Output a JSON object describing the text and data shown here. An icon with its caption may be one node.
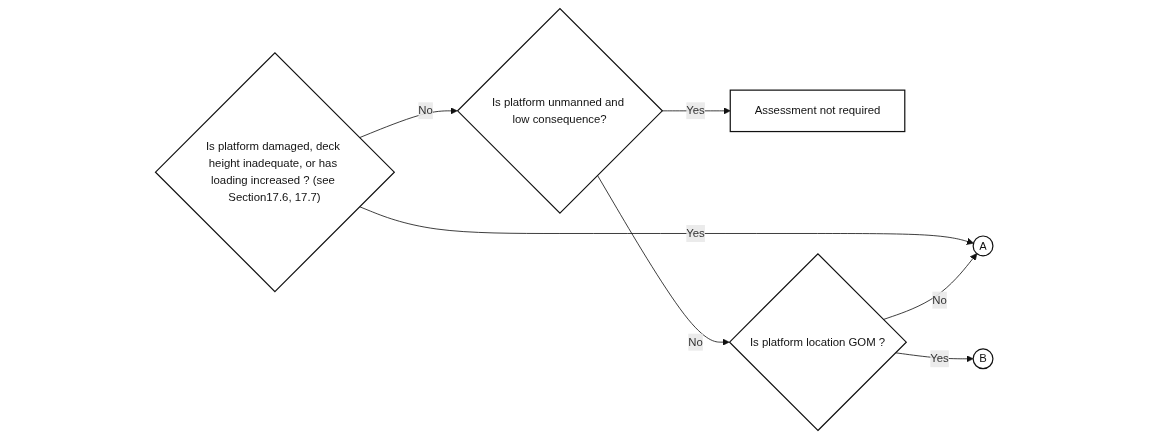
{
  "diagram": {
    "nodes": [
      {
        "text": [
          "Is platform damaged, deck height inadequate, or has loading increased ? (see Section17.6, 17.7)"
        ]
      },
      {
        "text": [
          "Is platform unmanned and low consequence?"
        ]
      },
      {
        "text": [
          "Assessment not required"
        ]
      },
      {
        "text": [
          "Is platform location GOM ?"
        ]
      },
      {
        "text": [
          "A"
        ]
      },
      {
        "text": [
          "B"
        ]
      }
    ],
    "edges": [
      {
        "from": 0,
        "to": 1,
        "arrow": "to",
        "label": "No"
      },
      {
        "from": 1,
        "to": 2,
        "arrow": "to",
        "label": "Yes"
      },
      {
        "from": 1,
        "to": 3,
        "arrow": "to",
        "label": "No"
      },
      {
        "from": 0,
        "to": 4,
        "arrow": "to",
        "label": "Yes"
      },
      {
        "from": 3,
        "to": 4,
        "arrow": "to",
        "label": "No"
      },
      {
        "from": 3,
        "to": 5,
        "arrow": "to",
        "label": "Yes"
      }
    ]
  }
}
